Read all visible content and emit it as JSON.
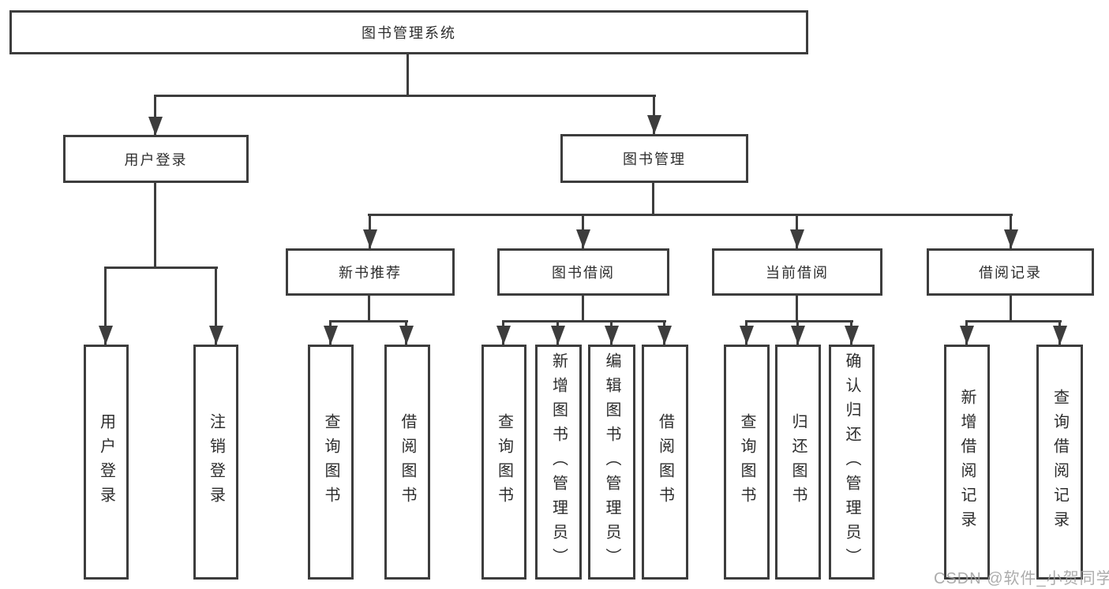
{
  "diagram": {
    "title": "图书管理系统",
    "nodes": {
      "user_login": "用户登录",
      "book_management": "图书管理",
      "new_book_recommend": "新书推荐",
      "book_borrowing": "图书借阅",
      "current_borrowing": "当前借阅",
      "borrowing_records": "借阅记录"
    },
    "leaves": {
      "user_login": [
        "用户登录",
        "注销登录"
      ],
      "new_book_recommend": [
        "查询图书",
        "借阅图书"
      ],
      "book_borrowing": [
        "查询图书",
        "新增图书（管理员）",
        "编辑图书（管理员）",
        "借阅图书"
      ],
      "current_borrowing": [
        "查询图书",
        "归还图书",
        "确认归还（管理员）"
      ],
      "borrowing_records": [
        "新增借阅记录",
        "查询借阅记录"
      ]
    },
    "line_color": "#3d3d3d"
  },
  "watermark": {
    "text": "CSDN @软件_小贺同学",
    "color": "#9e9e9e"
  }
}
